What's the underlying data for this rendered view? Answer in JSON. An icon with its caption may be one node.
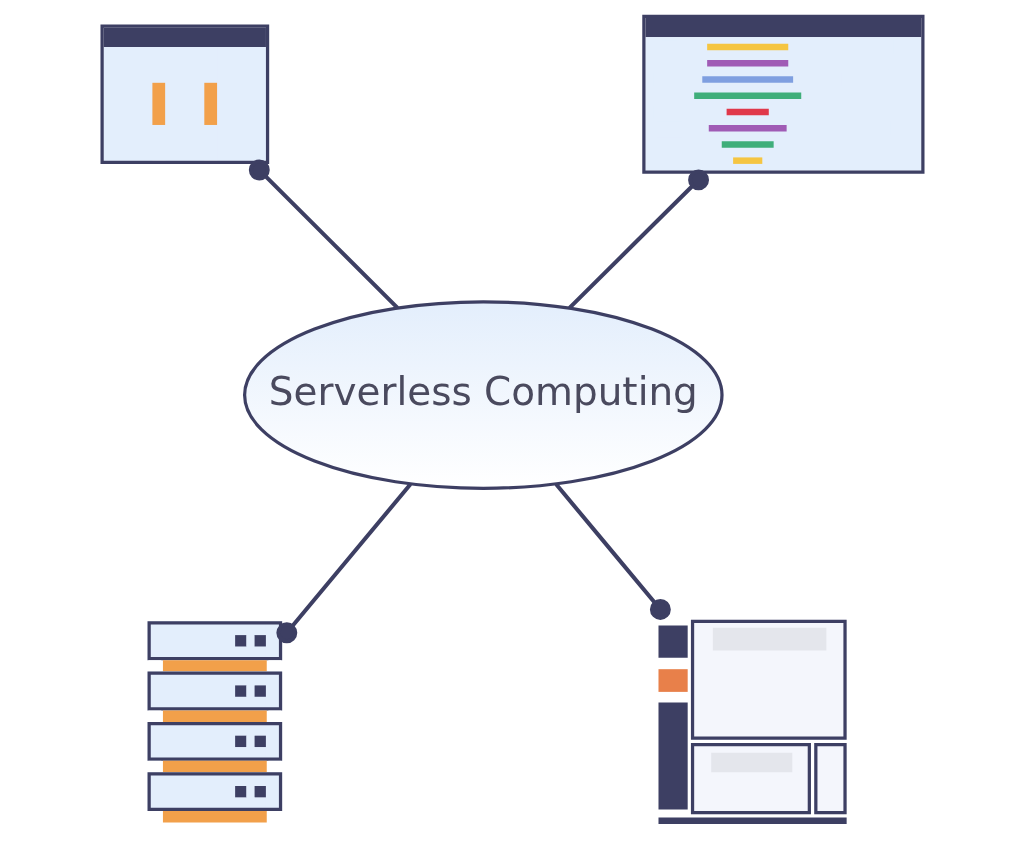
{
  "diagram": {
    "nodes": [
      {
        "text": [
          "Serverless Computing"
        ]
      },
      {
        "text": [],
        "shape": "picture"
      },
      {
        "text": [],
        "shape": "picture"
      },
      {
        "text": [],
        "shape": "picture"
      },
      {
        "text": [],
        "shape": "picture"
      }
    ],
    "edges": [
      {
        "from": 0,
        "to": 1,
        "arrow": "other"
      },
      {
        "from": 0,
        "to": 2,
        "arrow": "other"
      },
      {
        "from": 0,
        "to": 3,
        "arrow": "other"
      },
      {
        "from": 0,
        "to": 4,
        "arrow": "other"
      }
    ]
  }
}
